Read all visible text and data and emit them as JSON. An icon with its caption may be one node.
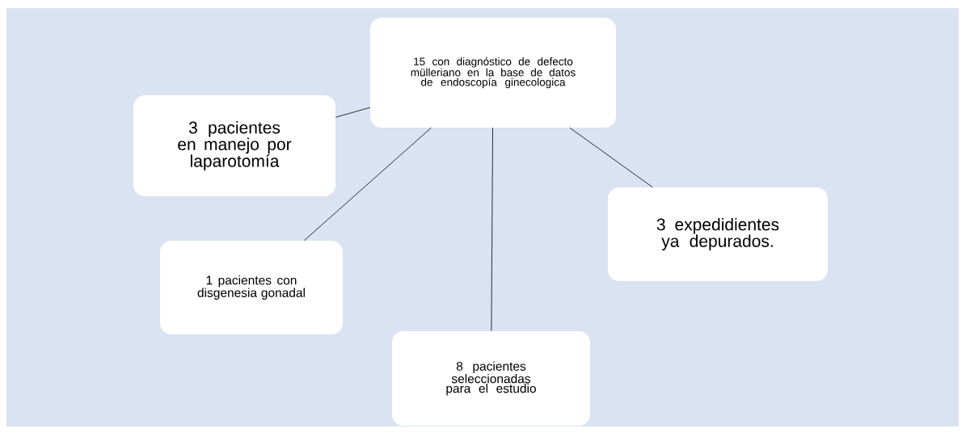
{
  "diagram": {
    "nodes": [
      {
        "text": [
          "15 con diagnóstico de defecto mülleriano en la base de datos de endoscopía ginecologica"
        ]
      },
      {
        "text": [
          "3 pacientes en manejo por laparotomía"
        ]
      },
      {
        "text": [
          "1 pacientes con disgenesia gonadal"
        ]
      },
      {
        "text": [
          "8 pacientes seleccionadas para el estudio"
        ]
      },
      {
        "text": [
          "3 expedidientes ya depurados."
        ]
      }
    ],
    "edges": [
      {
        "from": 0,
        "to": 1,
        "arrow": "none"
      },
      {
        "from": 0,
        "to": 2,
        "arrow": "none"
      },
      {
        "from": 0,
        "to": 3,
        "arrow": "none"
      },
      {
        "from": 0,
        "to": 4,
        "arrow": "none"
      }
    ]
  }
}
